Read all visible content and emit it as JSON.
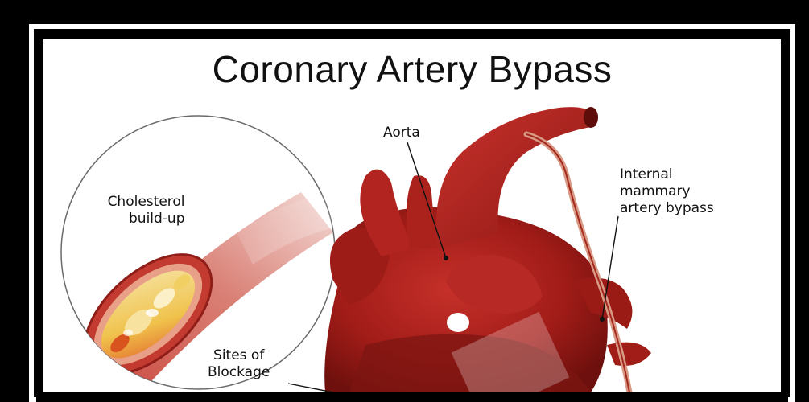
{
  "title": "Coronary Artery Bypass",
  "labels": {
    "aorta": "Aorta",
    "cholesterol_line1": "Cholesterol",
    "cholesterol_line2": "build-up",
    "ima_line1": "Internal",
    "ima_line2": "mammary",
    "ima_line3": "artery bypass",
    "sites_line1": "Sites of",
    "sites_line2": "Blockage"
  },
  "colors": {
    "heart": "#b3201c",
    "heart_dark": "#7d1410",
    "plaque": "#e8c04a",
    "background": "#ffffff",
    "frame": "#000000"
  }
}
